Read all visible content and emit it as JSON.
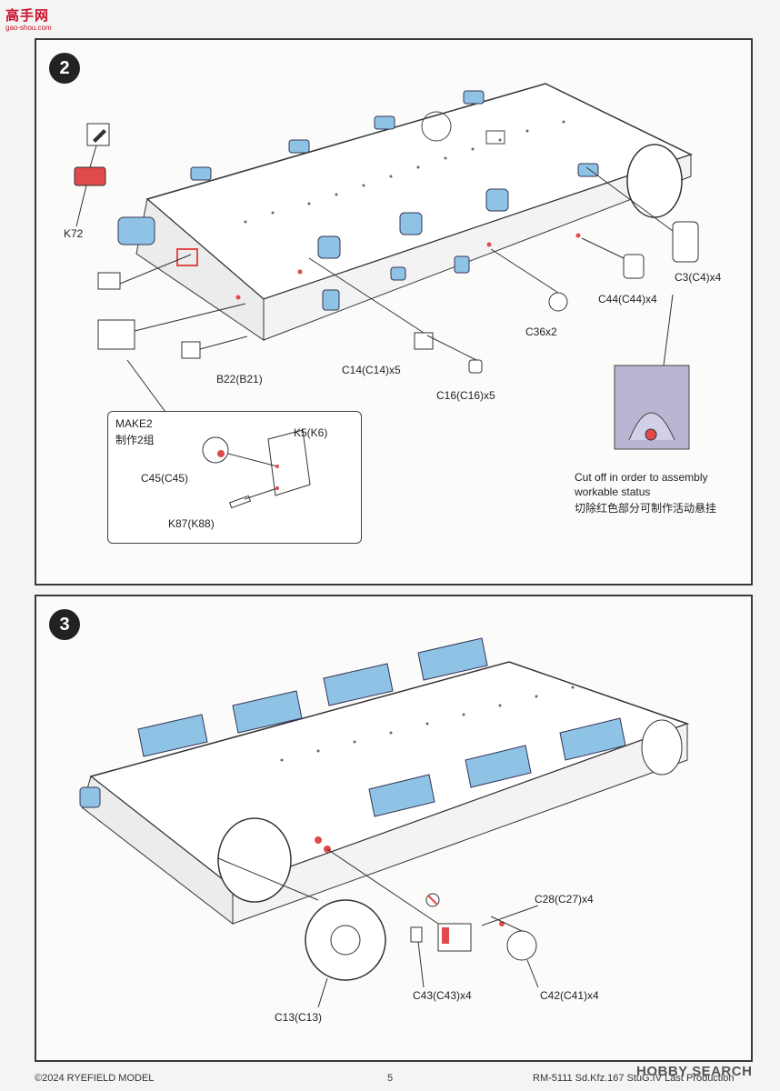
{
  "watermark": {
    "title": "高手网",
    "subtitle": "gao-shou.com"
  },
  "step2": {
    "number": "2",
    "labels": {
      "k72": "K72",
      "b22": "B22(B21)",
      "c14": "C14(C14)x5",
      "c16": "C16(C16)x5",
      "c36": "C36x2",
      "c44": "C44(C44)x4",
      "c3": "C3(C4)x4",
      "note_en_1": "Cut off in order to assembly",
      "note_en_2": "workable status",
      "note_cn": "切除红色部分可制作活动悬挂"
    },
    "make_box": {
      "title": "MAKE2",
      "title_cn": "制作2组",
      "k5": "K5(K6)",
      "c45": "C45(C45)",
      "k87": "K87(K88)"
    }
  },
  "step3": {
    "number": "3",
    "labels": {
      "c28": "C28(C27)x4",
      "c43": "C43(C43)x4",
      "c42": "C42(C41)x4",
      "c13": "C13(C13)"
    }
  },
  "footer": {
    "copyright": "©2024 RYEFIELD MODEL",
    "page": "5",
    "product": "RM-5111 Sd.Kfz.167 StuG.IV Last Production",
    "hobby_search": "HOBBY SEARCH"
  },
  "colors": {
    "part_blue": "#8fc3e6",
    "highlight_red": "#e04a4a",
    "line": "#333333"
  }
}
